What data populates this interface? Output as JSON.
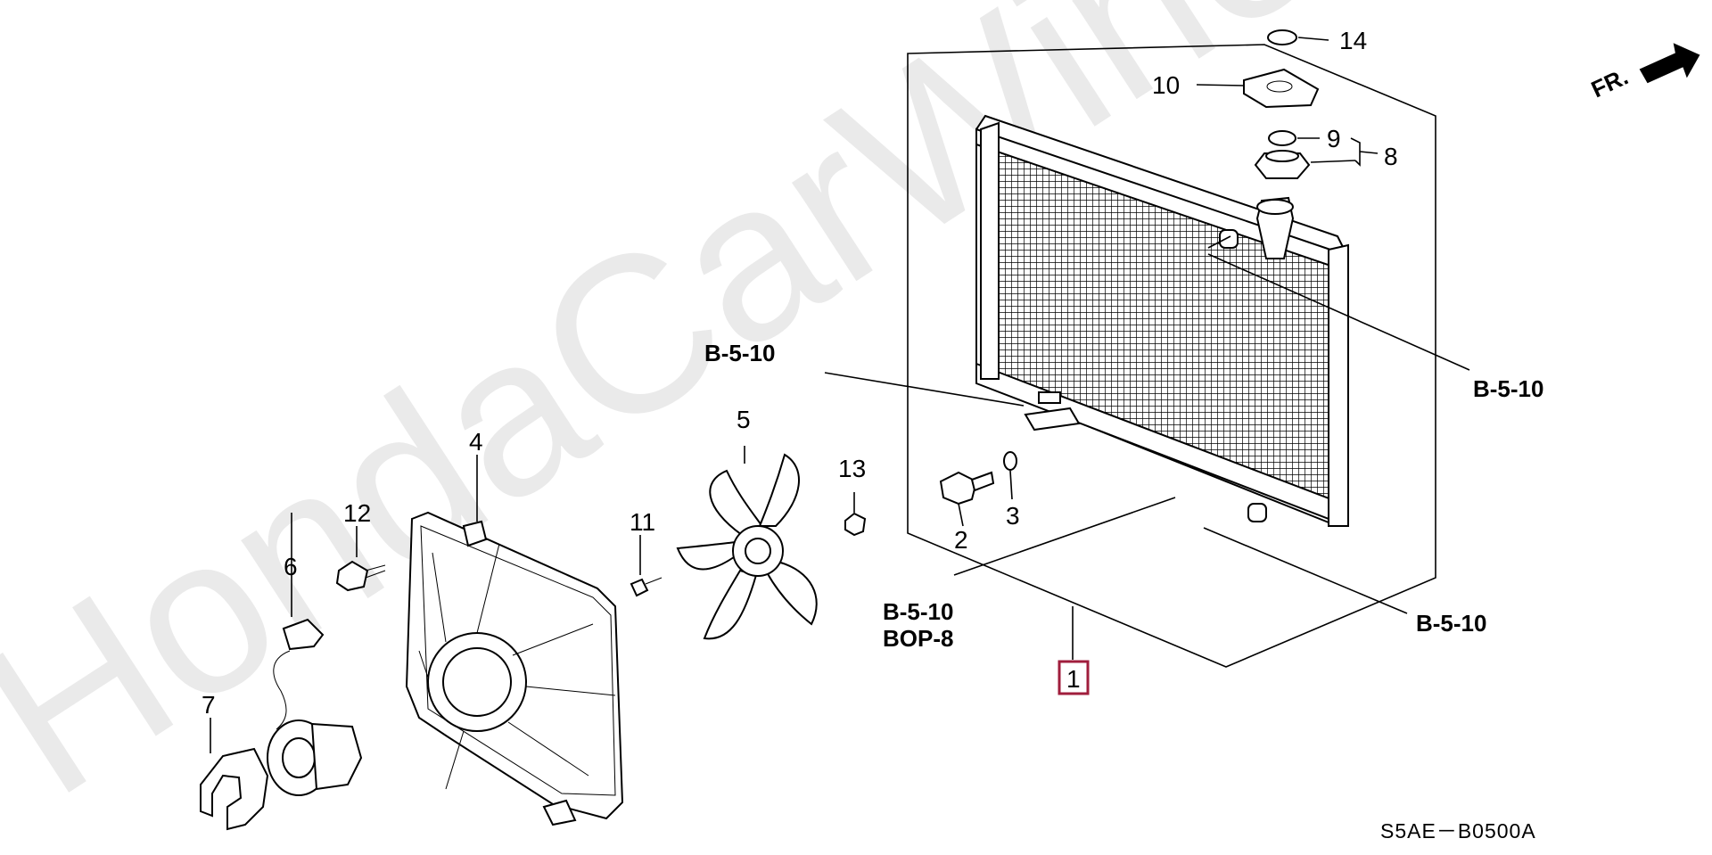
{
  "watermark": "HondaCarWine.ru",
  "direction_label": "FR.",
  "diagram_code": "S5AE－B0500A",
  "callouts": [
    "1",
    "2",
    "3",
    "4",
    "5",
    "6",
    "7",
    "8",
    "9",
    "10",
    "11",
    "12",
    "13",
    "14"
  ],
  "references": {
    "ref_left_top": "B-5-10",
    "ref_right_top": "B-5-10",
    "ref_bottom_center_1": "B-5-10",
    "ref_bottom_center_2": "BOP-8",
    "ref_right_bottom": "B-5-10"
  },
  "colors": {
    "highlight_box": "#a01e3c",
    "line": "#000000",
    "background": "#ffffff"
  }
}
